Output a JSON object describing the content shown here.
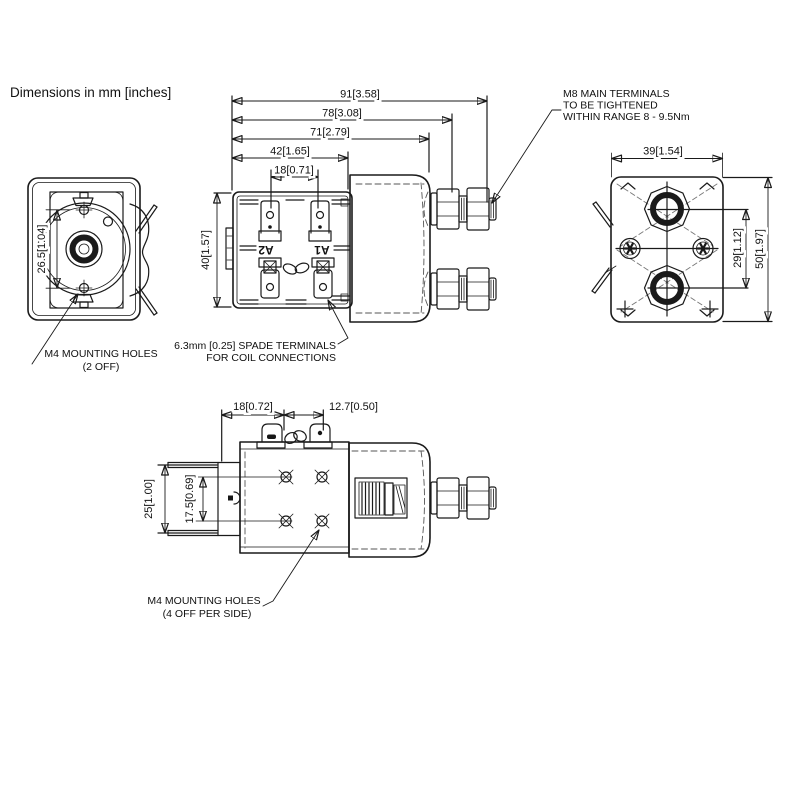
{
  "title_note": "Dimensions in mm [inches]",
  "front_view": {
    "dims": {
      "d91": "91[3.58]",
      "d78": "78[3.08]",
      "d71": "71[2.79]",
      "d42": "42[1.65]",
      "d18": "18[0.71]",
      "d40": "40[1.57]"
    },
    "coil_terminal_labels": {
      "a2": "A2",
      "a1": "A1"
    }
  },
  "side_view": {
    "dims": {
      "d26_5": "26.5[1.04]"
    }
  },
  "top_view": {
    "dims": {
      "d39": "39[1.54]",
      "d29": "29[1.12]",
      "d50": "50[1.97]"
    }
  },
  "bottom_view": {
    "dims": {
      "d18": "18[0.72]",
      "d12_7": "12.7[0.50]",
      "d25": "25[1.00]",
      "d17_5": "17.5[0.69]"
    }
  },
  "annotations": {
    "m8_terminals": {
      "line1": "M8 MAIN TERMINALS",
      "line2": "TO BE TIGHTENED",
      "line3": "WITHIN RANGE 8 - 9.5Nm"
    },
    "spade_terminals": {
      "line1": "6.3mm [0.25] SPADE  TERMINALS",
      "line2": "FOR COIL CONNECTIONS"
    },
    "m4_holes_side": {
      "line1": "M4 MOUNTING HOLES",
      "line2": "(2 OFF)"
    },
    "m4_holes_bottom": {
      "line1": "M4 MOUNTING HOLES",
      "line2": "(4 OFF PER SIDE)"
    }
  },
  "colors": {
    "line": "#1a1a1a",
    "background": "#ffffff"
  }
}
